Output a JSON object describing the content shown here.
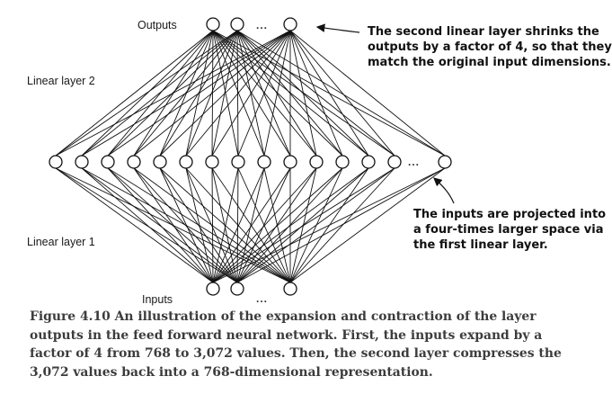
{
  "labels": {
    "outputs": "Outputs",
    "inputs": "Inputs",
    "linear_layer_2": "Linear layer 2",
    "linear_layer_1": "Linear layer 1",
    "ellipsis": "..."
  },
  "annotations": {
    "top": [
      "The second linear layer shrinks the",
      "outputs by a factor of 4, so that they",
      "match the original input dimensions."
    ],
    "bottom": [
      "The inputs are projected into",
      "a four-times larger space via",
      "the first linear layer."
    ]
  },
  "caption": [
    "Figure 4.10 An illustration of the expansion and contraction of the layer",
    "outputs in the feed forward neural network. First, the inputs expand by a",
    "factor of 4 from 768 to 3,072 values. Then, the second layer compresses the",
    "3,072 values back into a 768-dimensional representation."
  ],
  "colors": {
    "line": "#111111",
    "node_stroke": "#111111",
    "node_fill": "#ffffff",
    "caption": "#3c3c3c"
  }
}
